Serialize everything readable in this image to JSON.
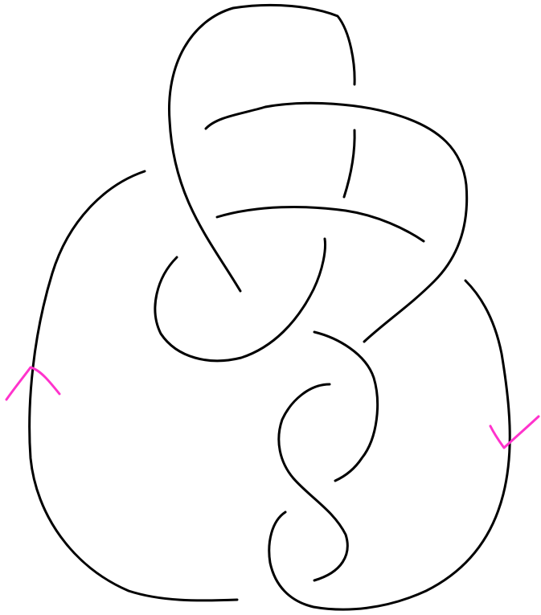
{
  "diagram": {
    "kind": "knot-diagram",
    "strand_color": "#000000",
    "orientation_marker_color": "#ff33cc",
    "orientation_markers": [
      {
        "side": "left",
        "direction": "up"
      },
      {
        "side": "right",
        "direction": "down"
      }
    ]
  }
}
